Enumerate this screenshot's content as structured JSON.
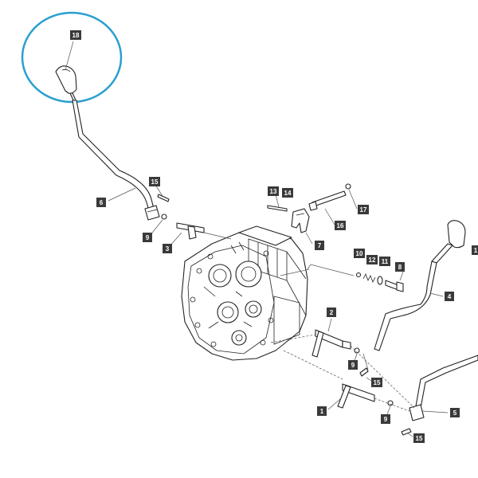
{
  "labels": {
    "p18": "18",
    "p15a": "15",
    "p6": "6",
    "p9a": "9",
    "p3": "3",
    "p13": "13",
    "p14": "14",
    "p7": "7",
    "p16": "16",
    "p17": "17",
    "p10": "10",
    "p12": "12",
    "p11": "11",
    "p8": "8",
    "p4": "4",
    "p2": "2",
    "p9b": "9",
    "p15b": "15",
    "p1": "1",
    "p9c": "9",
    "p5": "5",
    "p15c": "15",
    "p19": "1"
  },
  "colors": {
    "highlight_ring": "#2a9fd0",
    "tag_fill": "#3a3a3a",
    "line": "#222222"
  }
}
